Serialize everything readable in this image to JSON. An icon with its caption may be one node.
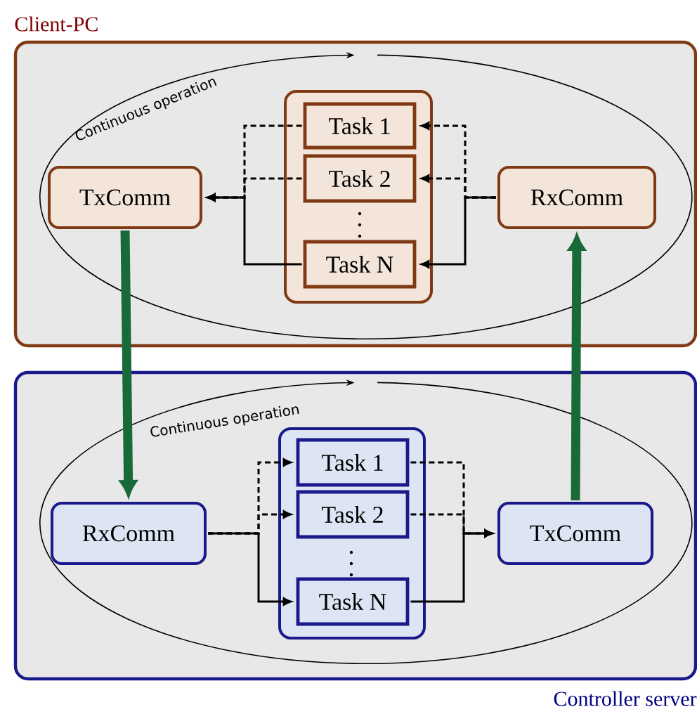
{
  "diagram": {
    "nodes": [
      {
        "text": [
          "Client-PC"
        ]
      },
      {
        "text": [
          "TxComm"
        ],
        "in": 0
      },
      {
        "text": [],
        "shape": "box",
        "in": 0
      },
      {
        "text": [
          "Task 1"
        ],
        "in": 2
      },
      {
        "text": [
          "Task 2"
        ],
        "in": 2
      },
      {
        "text": [
          "Task N"
        ],
        "in": 2
      },
      {
        "text": [
          "RxComm"
        ],
        "in": 0
      },
      {
        "text": [
          "Controller server"
        ]
      },
      {
        "text": [
          "RxComm"
        ],
        "in": 7
      },
      {
        "text": [],
        "shape": "box",
        "in": 7
      },
      {
        "text": [
          "Task 1"
        ],
        "in": 9
      },
      {
        "text": [
          "Task 2"
        ],
        "in": 9
      },
      {
        "text": [
          "Task N"
        ],
        "in": 9
      },
      {
        "text": [
          "TxComm"
        ],
        "in": 7
      }
    ],
    "edges": [
      {
        "from": 6,
        "to": 3,
        "arrow": "to",
        "style": "dashed"
      },
      {
        "from": 6,
        "to": 4,
        "arrow": "to",
        "style": "dashed"
      },
      {
        "from": 6,
        "to": 5,
        "arrow": "to"
      },
      {
        "from": 3,
        "to": 1,
        "arrow": "to",
        "style": "dashed"
      },
      {
        "from": 4,
        "to": 1,
        "arrow": "to",
        "style": "dashed"
      },
      {
        "from": 5,
        "to": 1,
        "arrow": "to"
      },
      {
        "from": 1,
        "to": 8,
        "arrow": "to",
        "style": "thick",
        "color": "#186a38"
      },
      {
        "from": 13,
        "to": 6,
        "arrow": "to",
        "style": "thick",
        "color": "#186a38"
      },
      {
        "from": 8,
        "to": 10,
        "arrow": "to",
        "style": "dashed"
      },
      {
        "from": 8,
        "to": 11,
        "arrow": "to",
        "style": "dashed"
      },
      {
        "from": 8,
        "to": 12,
        "arrow": "to"
      },
      {
        "from": 10,
        "to": 13,
        "arrow": "to",
        "style": "dashed"
      },
      {
        "from": 11,
        "to": 13,
        "arrow": "to",
        "style": "dashed"
      },
      {
        "from": 12,
        "to": 13,
        "arrow": "to"
      }
    ],
    "labels": [
      "Continuous operation",
      "Continuous operation"
    ]
  }
}
